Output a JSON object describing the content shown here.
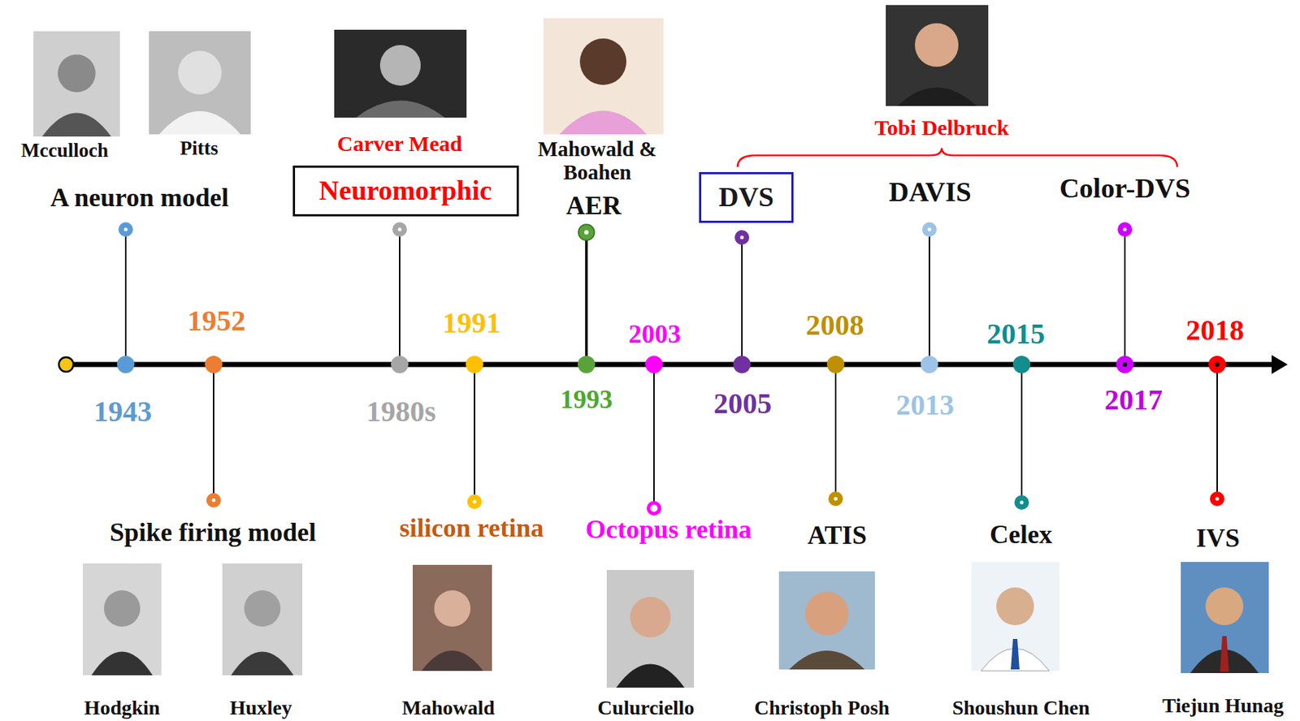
{
  "diagram": {
    "nodes": [
      {
        "text": [
          "Neuromorphic"
        ]
      },
      {
        "text": [
          "DVS"
        ]
      }
    ],
    "labels": [
      "Mcculloch",
      "Pitts",
      "A neuron model",
      "Carver Mead",
      "Mahowald & Boahen",
      "AER",
      "Tobi Delbruck",
      "DAVIS",
      "Color-DVS",
      "1952",
      "1991",
      "2003",
      "2008",
      "2015",
      "2018",
      "1943",
      "1980s",
      "1993",
      "2005",
      "2013",
      "2017",
      "Spike firing model",
      "silicon retina",
      "Octopus retina",
      "ATIS",
      "Celex",
      "IVS",
      "Hodgkin",
      "Huxley",
      "Mahowald",
      "Culurciello",
      "Christoph Posh",
      "Shoushun Chen",
      "Tiejun Hunag"
    ]
  }
}
